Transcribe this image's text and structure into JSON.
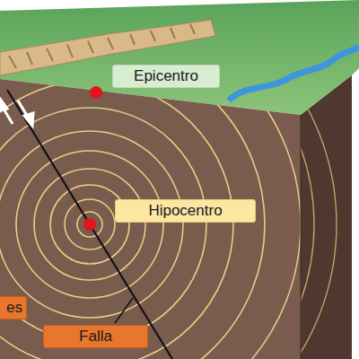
{
  "diagram": {
    "nodes": [
      {
        "text": [
          "Epicentro"
        ]
      },
      {
        "text": [
          "Hipocentro"
        ]
      },
      {
        "text": [
          "es"
        ]
      },
      {
        "text": [
          "Falla"
        ]
      }
    ]
  }
}
